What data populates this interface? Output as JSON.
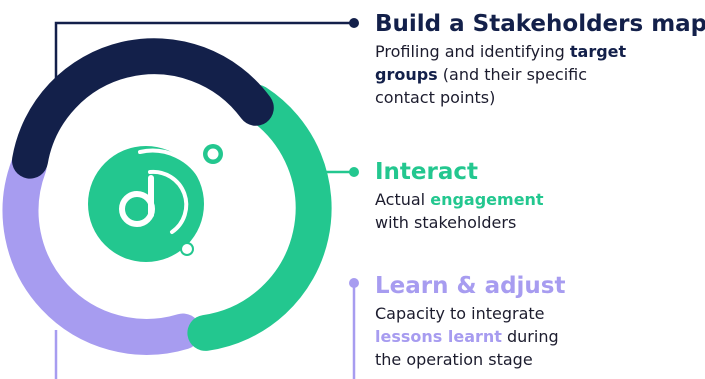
{
  "colors": {
    "navy": "#13204a",
    "green": "#23c78f",
    "lavender": "#a79cf0",
    "body_text": "#1c1c2e",
    "icon_white": "#ffffff"
  },
  "steps": [
    {
      "title": "Build a Stakeholders map",
      "color": "#13204a",
      "lines": [
        [
          {
            "text": "Profiling and identifying "
          },
          {
            "text": "target",
            "hl": true
          }
        ],
        [
          {
            "text": "groups",
            "hl": true
          },
          {
            "text": " (and their specific"
          }
        ],
        [
          {
            "text": "contact points)"
          }
        ]
      ],
      "highlight_color": "#13204a"
    },
    {
      "title": "Interact",
      "color": "#23c78f",
      "lines": [
        [
          {
            "text": "Actual "
          },
          {
            "text": "engagement",
            "hl": true
          }
        ],
        [
          {
            "text": "with stakeholders"
          }
        ]
      ],
      "highlight_color": "#23c78f"
    },
    {
      "title": "Learn & adjust",
      "color": "#a79cf0",
      "lines": [
        [
          {
            "text": "Capacity to integrate"
          }
        ],
        [
          {
            "text": "lessons learnt",
            "hl": true
          },
          {
            "text": " during"
          }
        ],
        [
          {
            "text": "the operation stage"
          }
        ]
      ],
      "highlight_color": "#a79cf0"
    }
  ],
  "icons": {
    "center": "connected-orbit-logo-icon"
  }
}
